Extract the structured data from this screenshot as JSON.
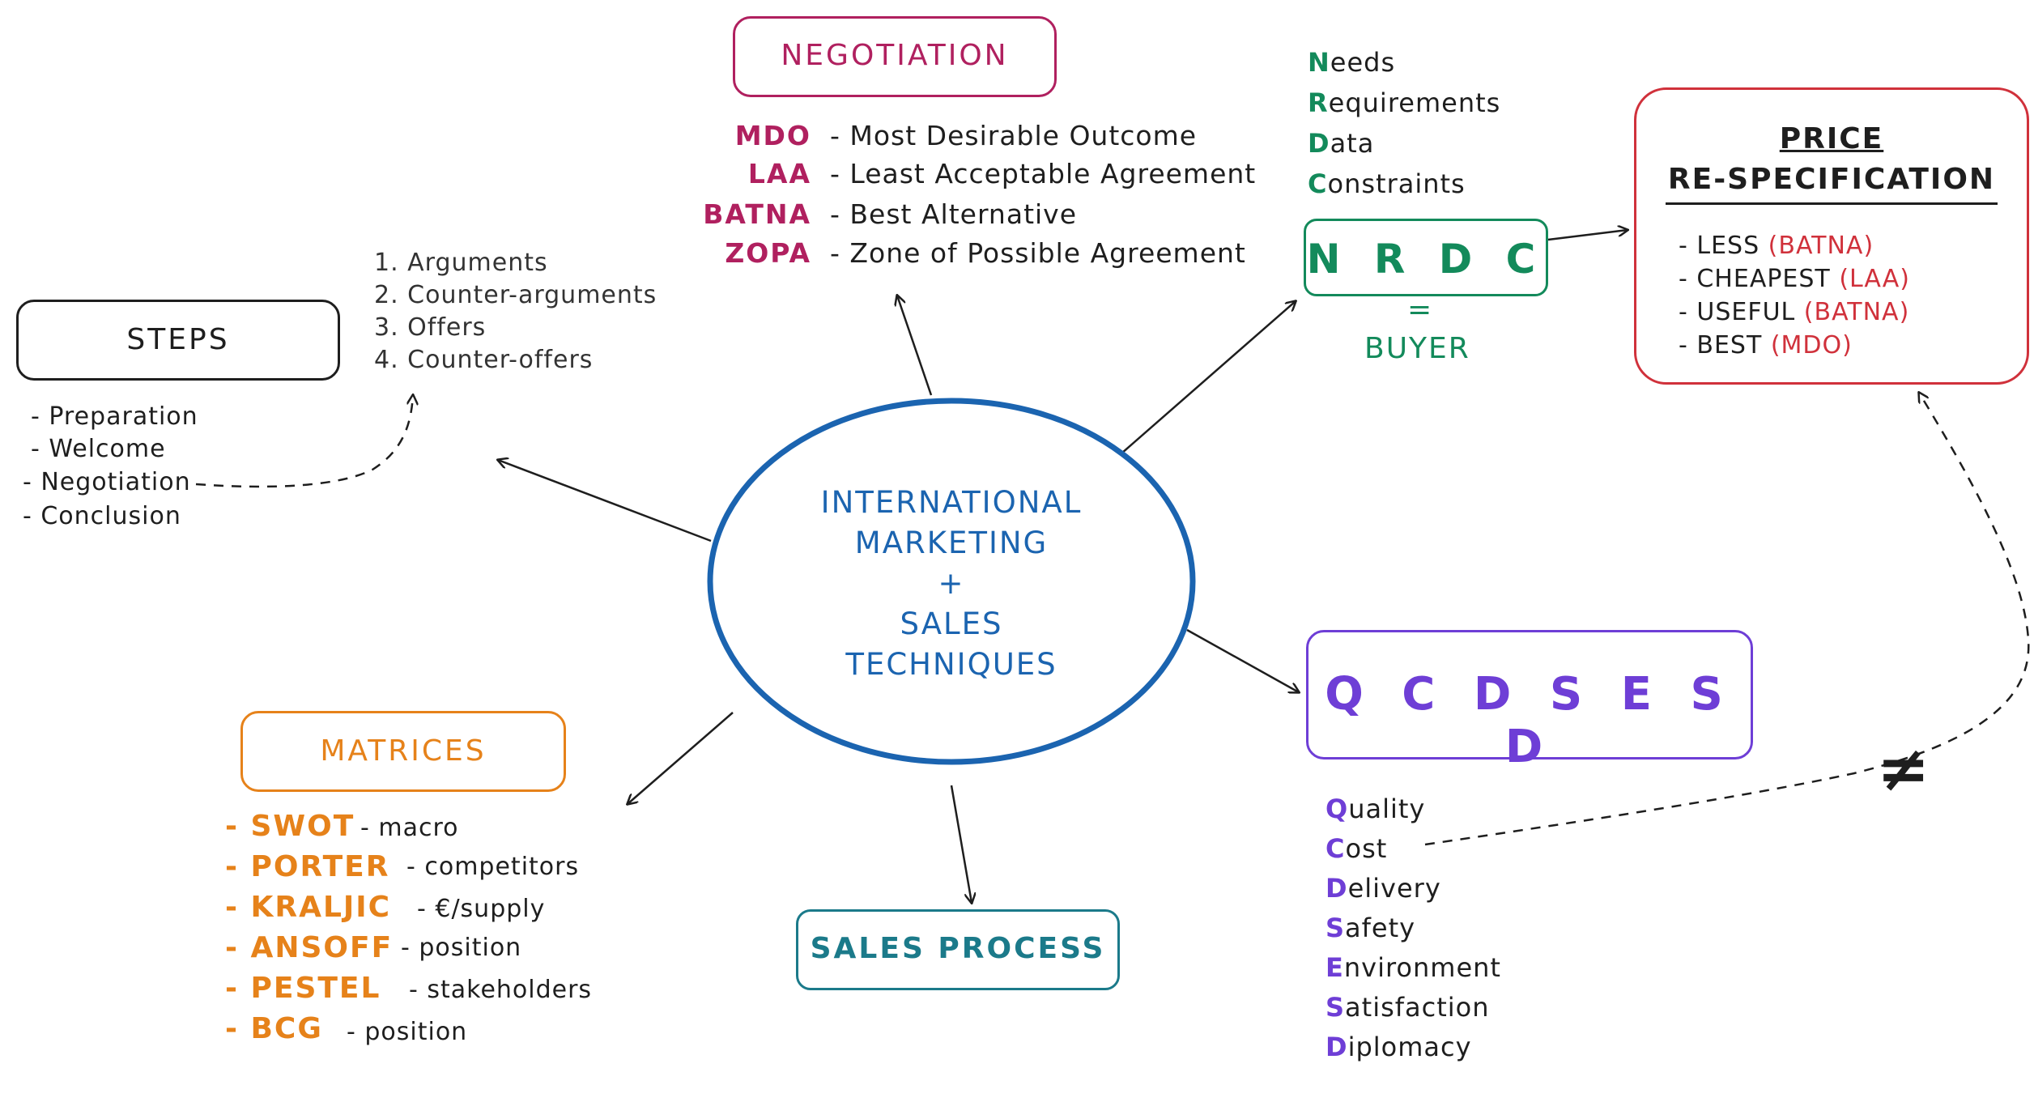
{
  "center": {
    "lines": [
      "INTERNATIONAL",
      "MARKETING",
      "+",
      "SALES",
      "TECHNIQUES"
    ]
  },
  "negotiation": {
    "title": "NEGOTIATION",
    "items": [
      {
        "abbr": "MDO",
        "desc": "- Most Desirable Outcome"
      },
      {
        "abbr": "LAA",
        "desc": "- Least Acceptable Agreement"
      },
      {
        "abbr": "BATNA",
        "desc": "- Best Alternative"
      },
      {
        "abbr": "ZOPA",
        "desc": "- Zone of Possible Agreement"
      }
    ]
  },
  "steps": {
    "title": "STEPS",
    "numbered": [
      "1. Arguments",
      "2. Counter-arguments",
      "3. Offers",
      "4. Counter-offers"
    ],
    "phases": [
      "- Preparation",
      "- Welcome",
      "- Negotiation",
      "- Conclusion"
    ]
  },
  "nrdc": {
    "words": [
      {
        "initial": "N",
        "rest": "eeds"
      },
      {
        "initial": "R",
        "rest": "equirements"
      },
      {
        "initial": "D",
        "rest": "ata"
      },
      {
        "initial": "C",
        "rest": "onstraints"
      }
    ],
    "box": "N R D C",
    "equals": "=",
    "buyer": "BUYER"
  },
  "price": {
    "title_line1": "PRICE",
    "title_line2": "RE-SPECIFICATION",
    "items": [
      {
        "label": "- LESS",
        "tag": "(BATNA)"
      },
      {
        "label": "- CHEAPEST",
        "tag": "(LAA)"
      },
      {
        "label": "- USEFUL",
        "tag": "(BATNA)"
      },
      {
        "label": "- BEST",
        "tag": "(MDO)"
      }
    ]
  },
  "qcdsesd": {
    "box": "Q C D S E S D",
    "words": [
      {
        "initial": "Q",
        "rest": "uality"
      },
      {
        "initial": "C",
        "rest": "ost"
      },
      {
        "initial": "D",
        "rest": "elivery"
      },
      {
        "initial": "S",
        "rest": "afety"
      },
      {
        "initial": "E",
        "rest": "nvironment"
      },
      {
        "initial": "S",
        "rest": "atisfaction"
      },
      {
        "initial": "D",
        "rest": "iplomacy"
      }
    ],
    "not_equal": "≠"
  },
  "matrices": {
    "title": "MATRICES",
    "items": [
      {
        "name": "- SWOT",
        "desc": "- macro"
      },
      {
        "name": "- PORTER",
        "desc": "- competitors"
      },
      {
        "name": "- KRALJIC",
        "desc": "- €/supply"
      },
      {
        "name": "- ANSOFF",
        "desc": "- position"
      },
      {
        "name": "- PESTEL",
        "desc": "- stakeholders"
      },
      {
        "name": "- BCG",
        "desc": "- position"
      }
    ]
  },
  "sales_process": {
    "title": "SALES PROCESS"
  },
  "colors": {
    "negotiation": "#b0205f",
    "nrdc": "#138a5b",
    "price": "#d0313b",
    "center": "#1b64b0",
    "qcdsesd": "#6e3ed6",
    "matrices": "#e6821a",
    "sales": "#1b7a8a"
  }
}
